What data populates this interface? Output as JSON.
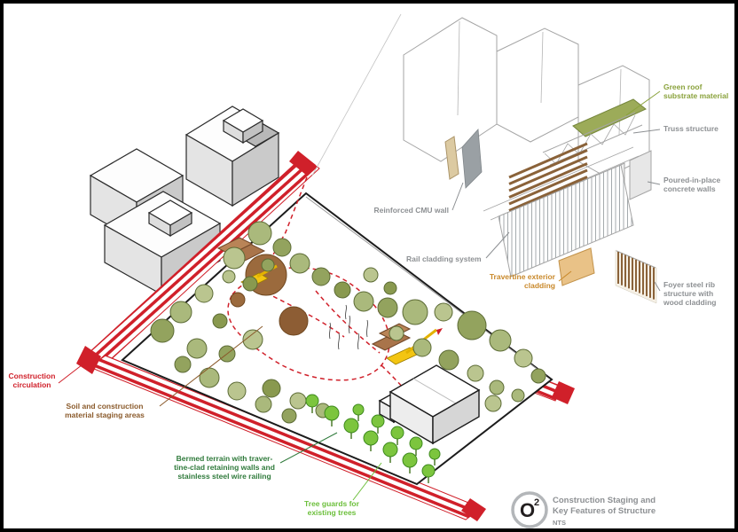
{
  "labels": {
    "green_roof": {
      "line1": "Green roof",
      "line2": "substrate material"
    },
    "truss": {
      "line1": "Truss structure"
    },
    "concrete": {
      "line1": "Poured-in-place",
      "line2": "concrete walls"
    },
    "cmu": {
      "line1": "Reinforced CMU wall"
    },
    "rail": {
      "line1": "Rail cladding system"
    },
    "travertine": {
      "line1": "Travertine exterior",
      "line2": "cladding"
    },
    "foyer": {
      "line1": "Foyer steel rib",
      "line2": "structure with",
      "line3": "wood cladding"
    },
    "circulation": {
      "line1": "Construction",
      "line2": "circulation"
    },
    "soil": {
      "line1": "Soil and construction",
      "line2": "material staging areas"
    },
    "bermed": {
      "line1": "Bermed terrain with traver-",
      "line2": "tine-clad retaining walls and",
      "line3": "stainless steel wire railing"
    },
    "tree_guards": {
      "line1": "Tree guards for",
      "line2": "existing trees"
    }
  },
  "title_block": {
    "logo_letter": "O",
    "logo_superscript": "2",
    "line1": "Construction Staging and",
    "line2": "Key Features of Structure",
    "scale": "NTS"
  },
  "colors": {
    "accent_red": "#d0202a",
    "label_gray": "#8d9093",
    "green_roof_label": "#8aa23c",
    "travertine_orange": "#c9892b",
    "soil_brown": "#8a5a2b",
    "bermed_green": "#2f7a3b",
    "tree_guard_green": "#6cbf3b",
    "tree_guard_fill": "#7cc53e",
    "logo_black": "#231f20"
  },
  "site": {
    "tree_colors": [
      "#aab97c",
      "#93a35e",
      "#bac58f",
      "#89994f"
    ],
    "trees": [
      [
        293,
        263,
        13,
        0
      ],
      [
        318,
        279,
        10,
        1
      ],
      [
        264,
        291,
        12,
        2
      ],
      [
        338,
        297,
        11,
        0
      ],
      [
        362,
        312,
        10,
        1
      ],
      [
        386,
        327,
        9,
        3
      ],
      [
        410,
        340,
        11,
        0
      ],
      [
        302,
        299,
        7,
        1
      ],
      [
        258,
        312,
        7,
        2
      ],
      [
        282,
        320,
        8,
        3
      ],
      [
        230,
        331,
        10,
        2
      ],
      [
        204,
        352,
        12,
        0
      ],
      [
        183,
        373,
        13,
        1
      ],
      [
        248,
        362,
        8,
        3
      ],
      [
        222,
        393,
        11,
        0
      ],
      [
        256,
        399,
        9,
        1
      ],
      [
        285,
        383,
        11,
        2
      ],
      [
        206,
        411,
        9,
        1
      ],
      [
        236,
        426,
        11,
        0
      ],
      [
        267,
        441,
        10,
        2
      ],
      [
        297,
        456,
        9,
        0
      ],
      [
        326,
        469,
        8,
        1
      ],
      [
        306,
        438,
        10,
        3
      ],
      [
        336,
        452,
        9,
        2
      ],
      [
        364,
        463,
        8,
        0
      ],
      [
        437,
        347,
        11,
        1
      ],
      [
        468,
        352,
        14,
        0
      ],
      [
        500,
        352,
        10,
        2
      ],
      [
        532,
        367,
        16,
        1
      ],
      [
        564,
        384,
        12,
        0
      ],
      [
        590,
        404,
        10,
        2
      ],
      [
        607,
        424,
        8,
        1
      ],
      [
        447,
        376,
        8,
        2
      ],
      [
        476,
        392,
        10,
        0
      ],
      [
        506,
        406,
        11,
        1
      ],
      [
        536,
        421,
        9,
        2
      ],
      [
        560,
        437,
        8,
        0
      ],
      [
        556,
        455,
        9,
        2
      ],
      [
        584,
        446,
        7,
        0
      ],
      [
        418,
        310,
        8,
        2
      ],
      [
        440,
        325,
        7,
        3
      ]
    ],
    "guard_trees": [
      [
        352,
        452,
        7
      ],
      [
        374,
        466,
        8
      ],
      [
        396,
        480,
        8
      ],
      [
        418,
        494,
        8
      ],
      [
        440,
        507,
        8
      ],
      [
        462,
        519,
        8
      ],
      [
        483,
        531,
        7
      ],
      [
        404,
        462,
        6
      ],
      [
        426,
        475,
        7
      ],
      [
        448,
        488,
        7
      ],
      [
        469,
        500,
        7
      ],
      [
        490,
        512,
        6
      ]
    ]
  }
}
